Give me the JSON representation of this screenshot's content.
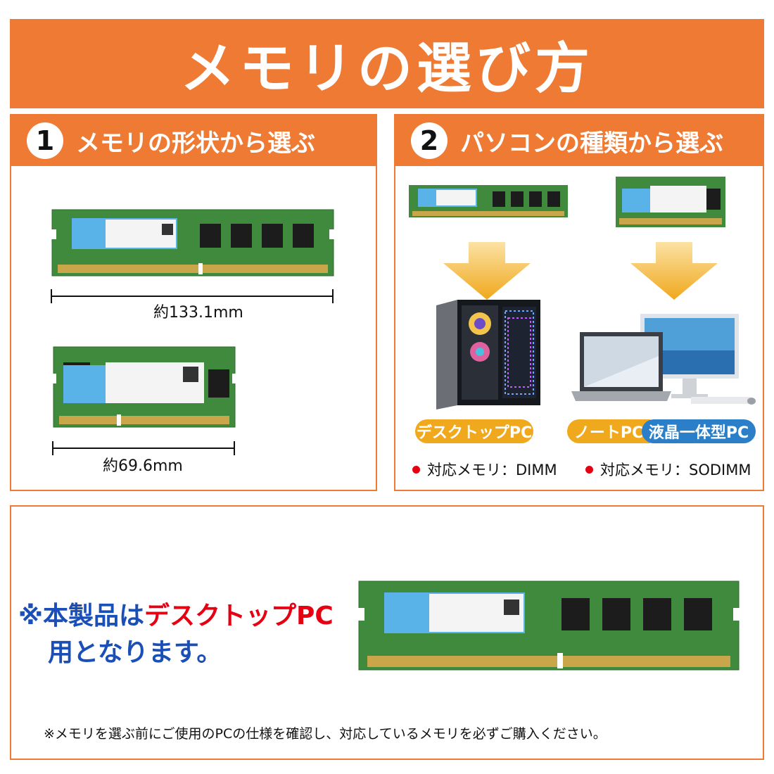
{
  "title": "メモリの選び方",
  "section1": {
    "number": "1",
    "heading": "メモリの形状から選ぶ",
    "dimm_length": "約133.1mm",
    "sodimm_length": "約69.6mm"
  },
  "section2": {
    "number": "2",
    "heading": "パソコンの種類から選ぶ",
    "desktop_label": "デスクトップPC",
    "notebook_label": "ノートPC",
    "allinone_label": "液晶一体型PC",
    "desktop_memory": "対応メモリ：DIMM",
    "notebook_memory": "対応メモリ：SODIMM"
  },
  "notice": {
    "prefix": "※本製品は",
    "highlight": "デスクトップPC",
    "suffix": "用となります。"
  },
  "footnote": "※メモリを選ぶ前にご使用のPCの仕様を確認し、対応しているメモリを必ずご購入ください。",
  "colors": {
    "accent": "#ee7a33",
    "pill_yellow": "#f0a81c",
    "pill_blue": "#2a7fc8",
    "note_blue": "#1a4fb8",
    "note_red": "#e60012",
    "pcb_green": "#3f8a3c"
  }
}
